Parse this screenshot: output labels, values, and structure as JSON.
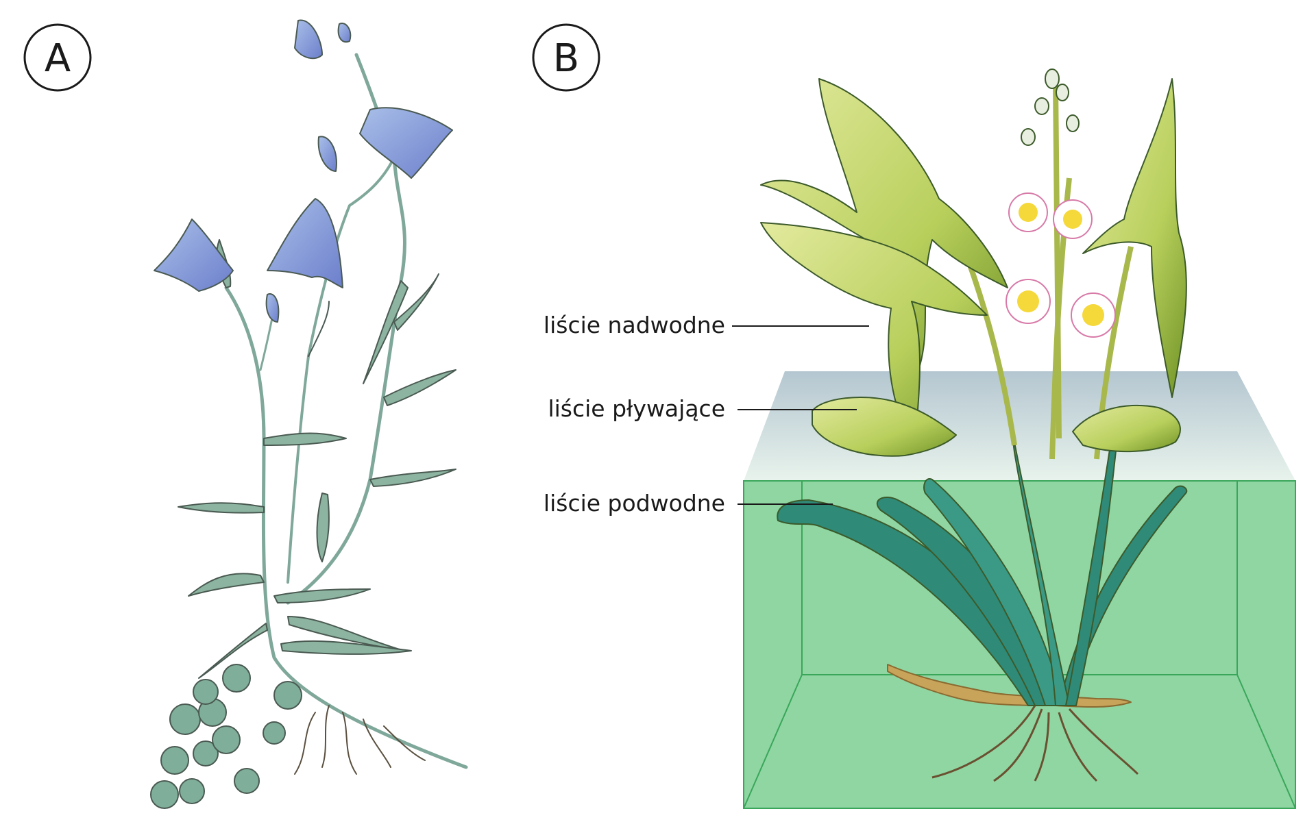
{
  "panels": {
    "a": {
      "letter": "A"
    },
    "b": {
      "letter": "B"
    }
  },
  "labels": {
    "emergent": "liście nadwodne",
    "floating": "liście pływające",
    "submerged": "liście podwodne"
  },
  "colors": {
    "bellflower": "#8fa8e0",
    "bellflower_dark": "#6a7fc8",
    "stem_a": "#7fa89a",
    "leaf_light": "#d4e08a",
    "leaf_dark": "#7a9a2e",
    "water": "#8fd6a3",
    "water_edge": "#3aa65a",
    "submerged_leaf": "#2f8a78",
    "rhizome": "#c8a35a"
  },
  "icons": {
    "plant_a": "bellflower-plant",
    "plant_b": "arrowhead-plant"
  }
}
